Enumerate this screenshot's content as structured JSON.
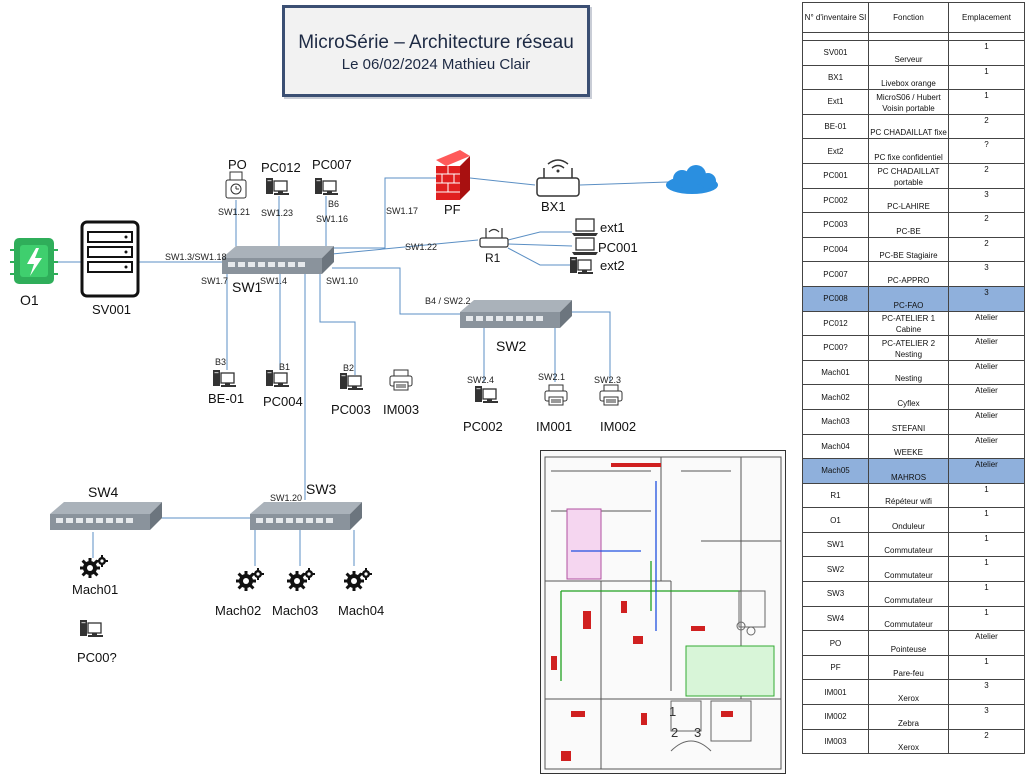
{
  "title": {
    "main": "MicroSérie – Architecture réseau",
    "sub": "Le 06/02/2024 Mathieu Clair"
  },
  "nodes": {
    "o1": "O1",
    "sv001": "SV001",
    "sw1": "SW1",
    "sw2": "SW2",
    "sw3": "SW3",
    "sw4": "SW4",
    "pf": "PF",
    "bx1": "BX1",
    "r1": "R1",
    "po": "PO",
    "pc012": "PC012",
    "pc007": "PC007",
    "ext1": "ext1",
    "pc001": "PC001",
    "ext2": "ext2",
    "be01": "BE-01",
    "pc004": "PC004",
    "pc003": "PC003",
    "im003": "IM003",
    "pc002": "PC002",
    "im001": "IM001",
    "im002": "IM002",
    "mach01": "Mach01",
    "pc00q": "PC00?",
    "mach02": "Mach02",
    "mach03": "Mach03",
    "mach04": "Mach04"
  },
  "ports": {
    "sw121": "SW1.21",
    "sw123": "SW1.23",
    "b6": "B6",
    "sw116": "SW1.16",
    "sw117": "SW1.17",
    "sw122": "SW1.22",
    "sw13": "SW1.3/SW1.18",
    "sw17": "SW1.7",
    "sw14": "SW1.4",
    "sw110": "SW1.10",
    "b4sw22": "B4 / SW2.2",
    "b3": "B3",
    "b1": "B1",
    "b2": "B2",
    "sw24": "SW2.4",
    "sw21": "SW2.1",
    "sw23": "SW2.3",
    "sw120": "SW1.20"
  },
  "floorplan": {
    "n1": "1",
    "n2": "2",
    "n3": "3"
  },
  "inventory": {
    "headers": [
      "N° d'inventaire SI",
      "Fonction",
      "Emplacement"
    ],
    "rows": [
      [
        "SV001",
        "Serveur",
        "1"
      ],
      [
        "BX1",
        "Livebox orange",
        "1"
      ],
      [
        "Ext1",
        "MicroS06 / Hubert Voisin portable",
        "1"
      ],
      [
        "BE-01",
        "PC CHADAILLAT fixe",
        "2"
      ],
      [
        "Ext2",
        "PC fixe confidentiel",
        "?"
      ],
      [
        "PC001",
        "PC CHADAILLAT portable",
        "2"
      ],
      [
        "PC002",
        "PC-LAHIRE",
        "3"
      ],
      [
        "PC003",
        "PC-BE",
        "2"
      ],
      [
        "PC004",
        "PC-BE Stagiaire",
        "2"
      ],
      [
        "PC007",
        "PC-APPRO",
        "3"
      ],
      [
        "PC008",
        "PC-FAO",
        "3"
      ],
      [
        "PC012",
        "PC-ATELIER 1 Cabine",
        "Atelier"
      ],
      [
        "PC00?",
        "PC-ATELIER 2 Nesting",
        "Atelier"
      ],
      [
        "Mach01",
        "Nesting",
        "Atelier"
      ],
      [
        "Mach02",
        "Cyflex",
        "Atelier"
      ],
      [
        "Mach03",
        "STEFANI",
        "Atelier"
      ],
      [
        "Mach04",
        "WEEKE",
        "Atelier"
      ],
      [
        "Mach05",
        "MAHROS",
        "Atelier"
      ],
      [
        "R1",
        "Répéteur wifi",
        "1"
      ],
      [
        "O1",
        "Onduleur",
        "1"
      ],
      [
        "SW1",
        "Commutateur",
        "1"
      ],
      [
        "SW2",
        "Commutateur",
        "1"
      ],
      [
        "SW3",
        "Commutateur",
        "1"
      ],
      [
        "SW4",
        "Commutateur",
        "1"
      ],
      [
        "PO",
        "Pointeuse",
        "Atelier"
      ],
      [
        "PF",
        "Pare-feu",
        "1"
      ],
      [
        "IM001",
        "Xerox",
        "3"
      ],
      [
        "IM002",
        "Zebra",
        "3"
      ],
      [
        "IM003",
        "Xerox",
        "2"
      ]
    ],
    "highlighted": [
      "PC008",
      "Mach05"
    ]
  },
  "colors": {
    "link": "#5b8fc4",
    "switch": "#808a94",
    "firewall": "#e02020",
    "cloud": "#2a8fe0",
    "ups": "#2fae5a",
    "highlight": "#8fb0dc",
    "title_border": "#3b4f73"
  }
}
